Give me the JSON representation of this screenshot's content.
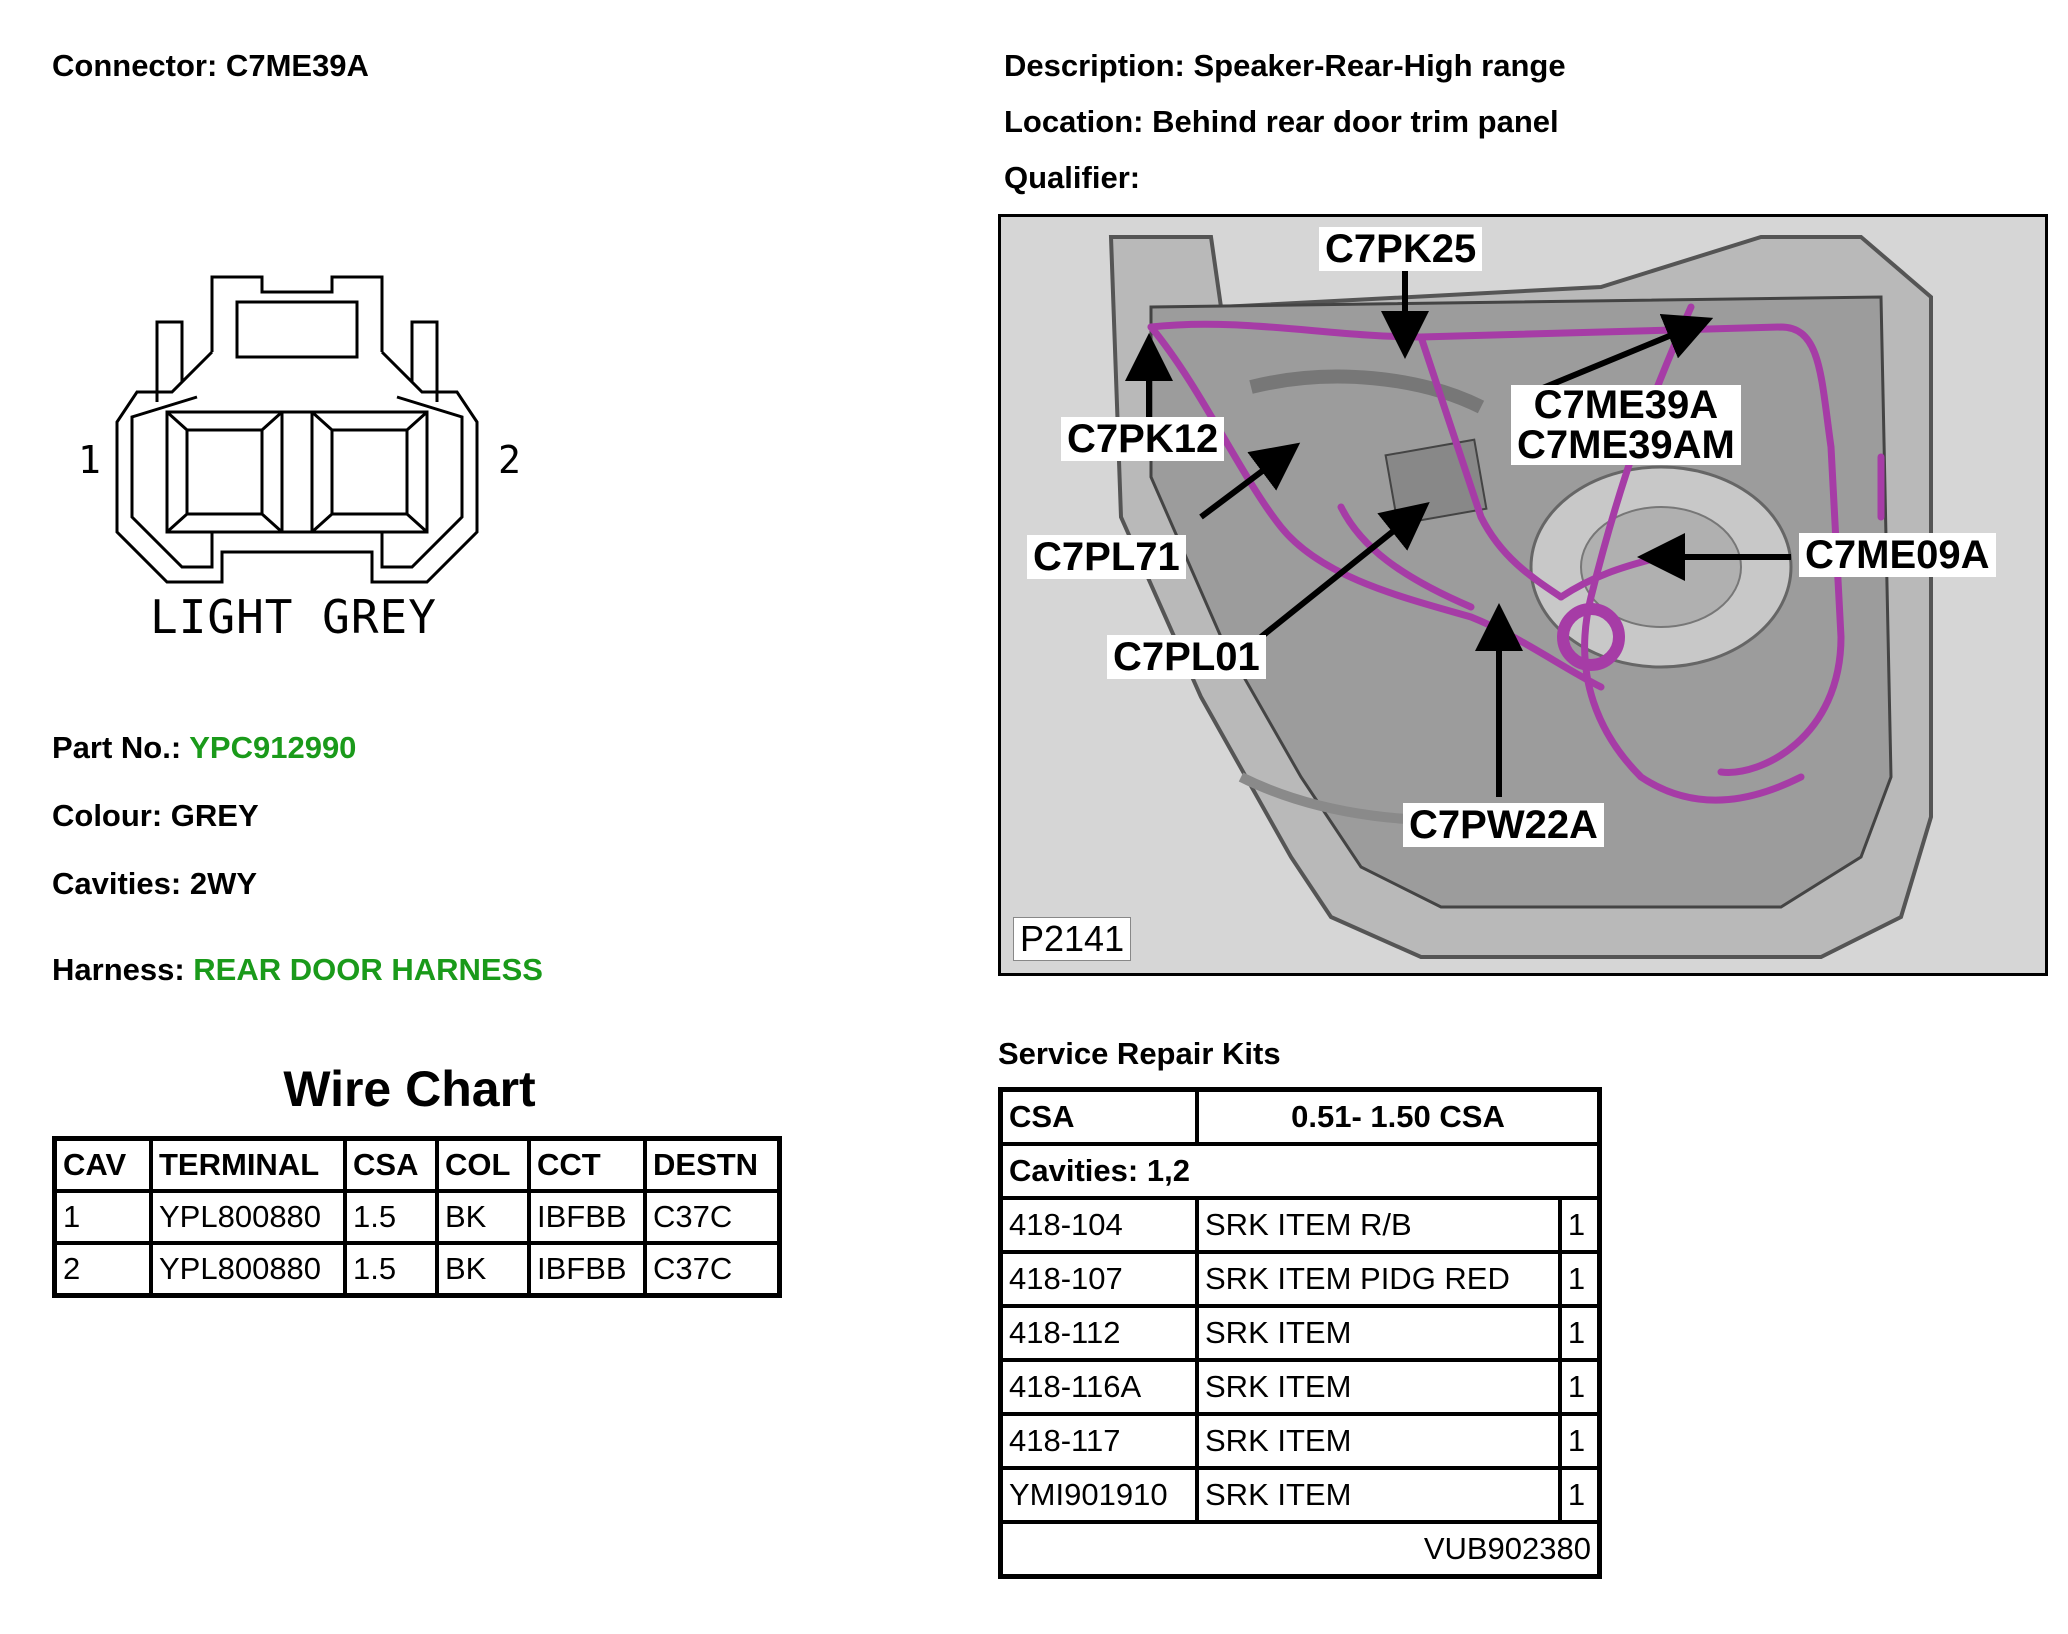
{
  "header": {
    "connector_label": "Connector: C7ME39A",
    "description": "Description: Speaker-Rear-High range",
    "location": "Location: Behind rear door trim panel",
    "qualifier": "Qualifier:"
  },
  "connector": {
    "pin_left": "1",
    "pin_right": "2",
    "color_caption": "LIGHT GREY"
  },
  "details": {
    "part_no_label": "Part No.: ",
    "part_no": "YPC912990",
    "colour": "Colour: GREY",
    "cavities": "Cavities: 2WY",
    "harness_label": "Harness: ",
    "harness": "REAR DOOR HARNESS",
    "accent_color": "#1a9a1a"
  },
  "wire_chart": {
    "title": "Wire Chart",
    "headers": [
      "CAV",
      "TERMINAL",
      "CSA",
      "COL",
      "CCT",
      "DESTN"
    ],
    "rows": [
      [
        "1",
        "YPL800880",
        "1.5",
        "BK",
        "IBFBB",
        "C37C"
      ],
      [
        "2",
        "YPL800880",
        "1.5",
        "BK",
        "IBFBB",
        "C37C"
      ]
    ]
  },
  "door_image": {
    "callouts": {
      "c7pk25": "C7PK25",
      "c7pk12": "C7PK12",
      "c7me39a": "C7ME39A",
      "c7me39am": "C7ME39AM",
      "c7pl71": "C7PL71",
      "c7me09a": "C7ME09A",
      "c7pl01": "C7PL01",
      "c7pw22a": "C7PW22A"
    },
    "figure_id": "P2141",
    "harness_color": "#a63ca6"
  },
  "service_repair_kits": {
    "title": "Service Repair Kits",
    "csa_label": "CSA",
    "csa_value": "0.51- 1.50 CSA",
    "cavities": "Cavities: 1,2",
    "items": [
      [
        "418-104",
        "SRK ITEM R/B",
        "1"
      ],
      [
        "418-107",
        "SRK ITEM PIDG RED",
        "1"
      ],
      [
        "418-112",
        "SRK ITEM",
        "1"
      ],
      [
        "418-116A",
        "SRK ITEM",
        "1"
      ],
      [
        "418-117",
        "SRK ITEM",
        "1"
      ],
      [
        "YMI901910",
        "SRK ITEM",
        "1"
      ]
    ],
    "footer": "VUB902380"
  }
}
